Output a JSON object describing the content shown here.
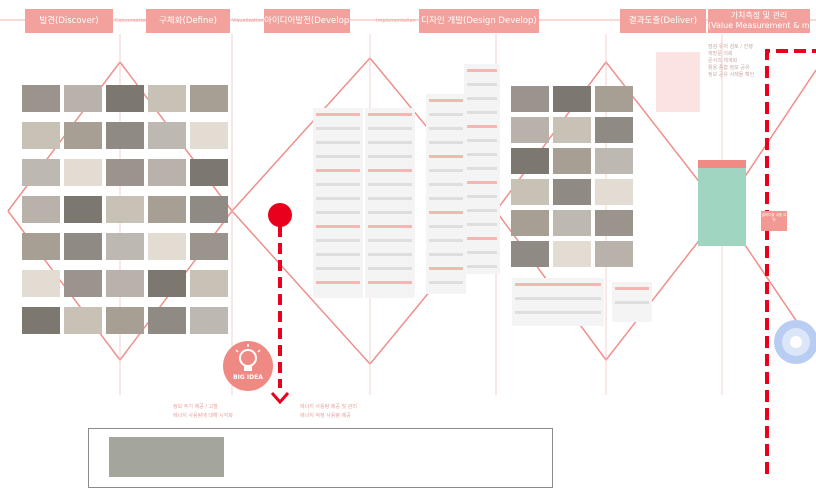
{
  "phases": [
    {
      "id": "discover",
      "label": "발견(Discover)"
    },
    {
      "id": "define",
      "label": "구체화(Define)"
    },
    {
      "id": "develop",
      "label": "아이디어발전(Develop)"
    },
    {
      "id": "design",
      "label": "디자인 개발(Design Develop)"
    },
    {
      "id": "deliver",
      "label": "결과도출(Deliver)"
    },
    {
      "id": "value",
      "line1": "가치측정 및 관리",
      "line2": "(Value Measurement & management)"
    }
  ],
  "connectors": [
    "Conversation",
    "Visualization",
    "Implementation"
  ],
  "value_column_lines": [
    "점검 유저 검토 / 진행",
    "재방문 의뢰",
    "문서의 체계화",
    "활용 종합 정보 공유",
    "정보 공유 사례들 확인"
  ],
  "deliver_note": "결과도출 내용 요약",
  "big_idea_label": "BIG IDEA",
  "idea_lines": [
    "정보 주기 제공 / 고찰",
    "에너지 사용량에 대해 시각화",
    "에너지 사용량 제공 및 관리",
    "에너지 적정 사용량 제공"
  ],
  "colors": {
    "accent": "#f3a19c",
    "marker": "#e8001c",
    "diamond": "#ef8f8c",
    "card_border": "#8b8b8b"
  }
}
